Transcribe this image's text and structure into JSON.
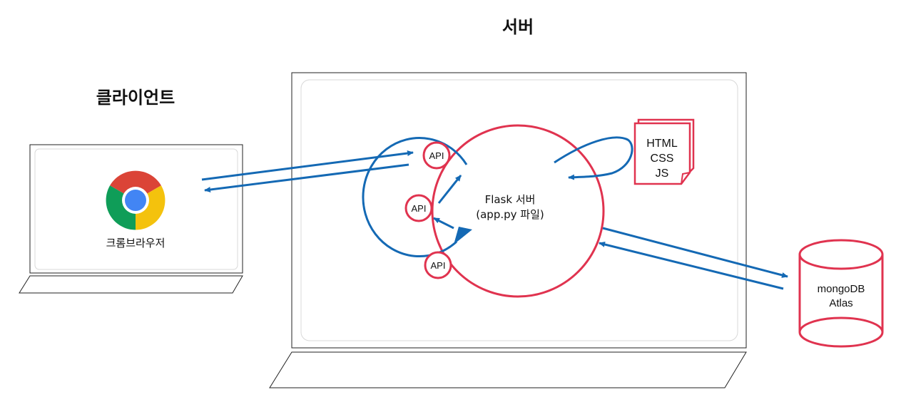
{
  "titles": {
    "client": "클라이언트",
    "server": "서버"
  },
  "client": {
    "browser_label": "크롬브라우저",
    "browser_icon": "chrome-icon"
  },
  "server": {
    "flask_line1": "Flask 서버",
    "flask_line2": "(app.py 파일)",
    "api_labels": [
      "API",
      "API",
      "API"
    ],
    "docs": [
      "HTML",
      "CSS",
      "JS"
    ]
  },
  "database": {
    "line1": "mongoDB",
    "line2": "Atlas"
  },
  "colors": {
    "accent_red": "#e0334f",
    "arrow_blue": "#1469b4",
    "outline": "#222222",
    "inner_outline": "#d8d8d8"
  }
}
